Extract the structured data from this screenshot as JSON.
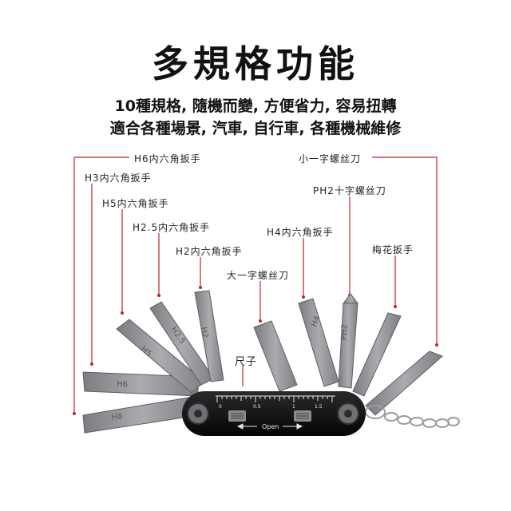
{
  "title": "多規格功能",
  "subtitle_line1": "10種規格, 隨機而變, 方便省力, 容易扭轉",
  "subtitle_line2": "適合各種場景, 汽車, 自行車, 各種機械維修",
  "labels": {
    "h6": "H6内六角扳手",
    "h3": "H3内六角扳手",
    "h5": "H5内六角扳手",
    "h25": "H2.5内六角扳手",
    "h2": "H2内六角扳手",
    "h4": "H4内六角扳手",
    "flat_big": "大一字螺丝刀",
    "flat_small": "小一字螺丝刀",
    "ph2": "PH2十字螺丝刀",
    "torx": "梅花扳手",
    "ruler": "尺子"
  },
  "engraving": {
    "h8": "H8",
    "h6": "H6",
    "h5": "H5",
    "h25": "H2.5",
    "h2": "H2",
    "h4": "H4",
    "ph2": "PH2",
    "open": "Open",
    "ruler_ticks": [
      "0",
      "0.5",
      "1",
      "1.5"
    ]
  },
  "colors": {
    "leader": "#c0232c",
    "steel": "#8e9094",
    "body": "#111111"
  }
}
